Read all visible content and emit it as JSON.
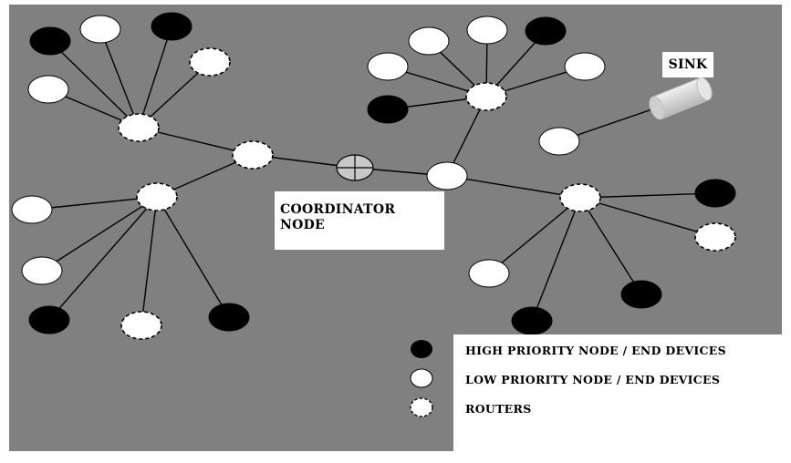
{
  "labels": {
    "sink": "SINK",
    "coordinator_line1": "COORDINATOR",
    "coordinator_line2": "NODE"
  },
  "legend": {
    "high_priority": "HIGH PRIORITY NODE /  END DEVICES",
    "low_priority": "LOW PRIORITY NODE / END DEVICES",
    "routers": "ROUTERS"
  },
  "colors": {
    "background": "#808080",
    "high_priority_node": "#000000",
    "low_priority_node": "#ffffff",
    "router_node": "#ffffff",
    "sink": "#d3d3d3",
    "coordinator": "#c8c8c8"
  }
}
